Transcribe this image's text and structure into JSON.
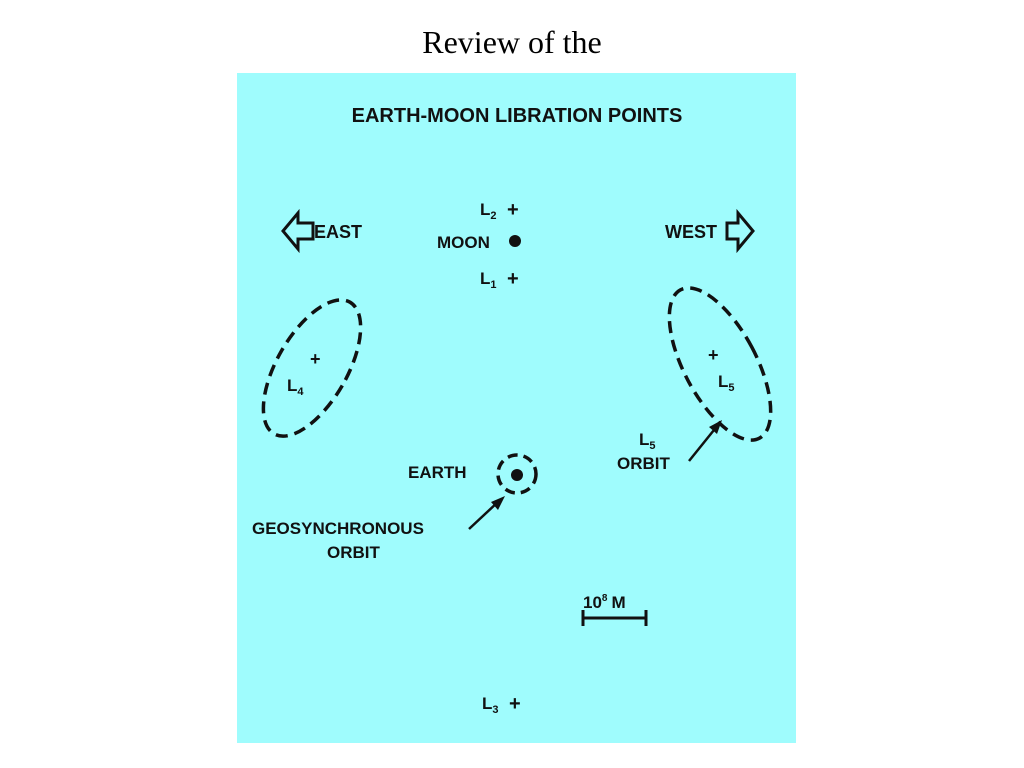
{
  "slide": {
    "title": "Review of the"
  },
  "diagram": {
    "background_color": "#9ffcfd",
    "title": "EARTH-MOON LIBRATION POINTS",
    "east_label": "EAST",
    "west_label": "WEST",
    "moon_label": "MOON",
    "earth_label": "EARTH",
    "l1": {
      "letter": "L",
      "sub": "1"
    },
    "l2": {
      "letter": "L",
      "sub": "2"
    },
    "l3": {
      "letter": "L",
      "sub": "3"
    },
    "l4": {
      "letter": "L",
      "sub": "4"
    },
    "l5": {
      "letter": "L",
      "sub": "5"
    },
    "l5_orbit": {
      "letter": "L",
      "sub": "5",
      "word": "ORBIT"
    },
    "geo_orbit": {
      "line1": "GEOSYNCHRONOUS",
      "line2": "ORBIT"
    },
    "scale": {
      "base": "10",
      "exp": "8",
      "unit": "M"
    },
    "plus_symbol": "+"
  }
}
